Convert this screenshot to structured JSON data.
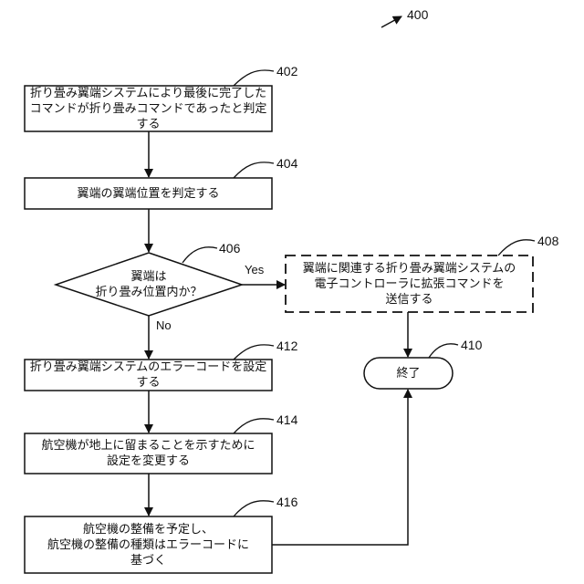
{
  "figure_number": "400",
  "steps": {
    "s402": {
      "ref": "402",
      "text": "折り畳み翼端システムにより最後に完了した\nコマンドが折り畳みコマンドであったと判定する"
    },
    "s404": {
      "ref": "404",
      "text": "翼端の翼端位置を判定する"
    },
    "s406": {
      "ref": "406",
      "text": "翼端は\n折り畳み位置内か？"
    },
    "s408": {
      "ref": "408",
      "text": "翼端に関連する折り畳み翼端システムの\n電子コントローラに拡張コマンドを\n送信する"
    },
    "s410": {
      "ref": "410",
      "text": "終了"
    },
    "s412": {
      "ref": "412",
      "text": "折り畳み翼端システムのエラーコードを設定する"
    },
    "s414": {
      "ref": "414",
      "text": "航空機が地上に留まることを示すために\n設定を変更する"
    },
    "s416": {
      "ref": "416",
      "text": "航空機の整備を予定し、\n航空機の整備の種類はエラーコードに\n基づく"
    }
  },
  "edges": {
    "yes": "Yes",
    "no": "No"
  }
}
